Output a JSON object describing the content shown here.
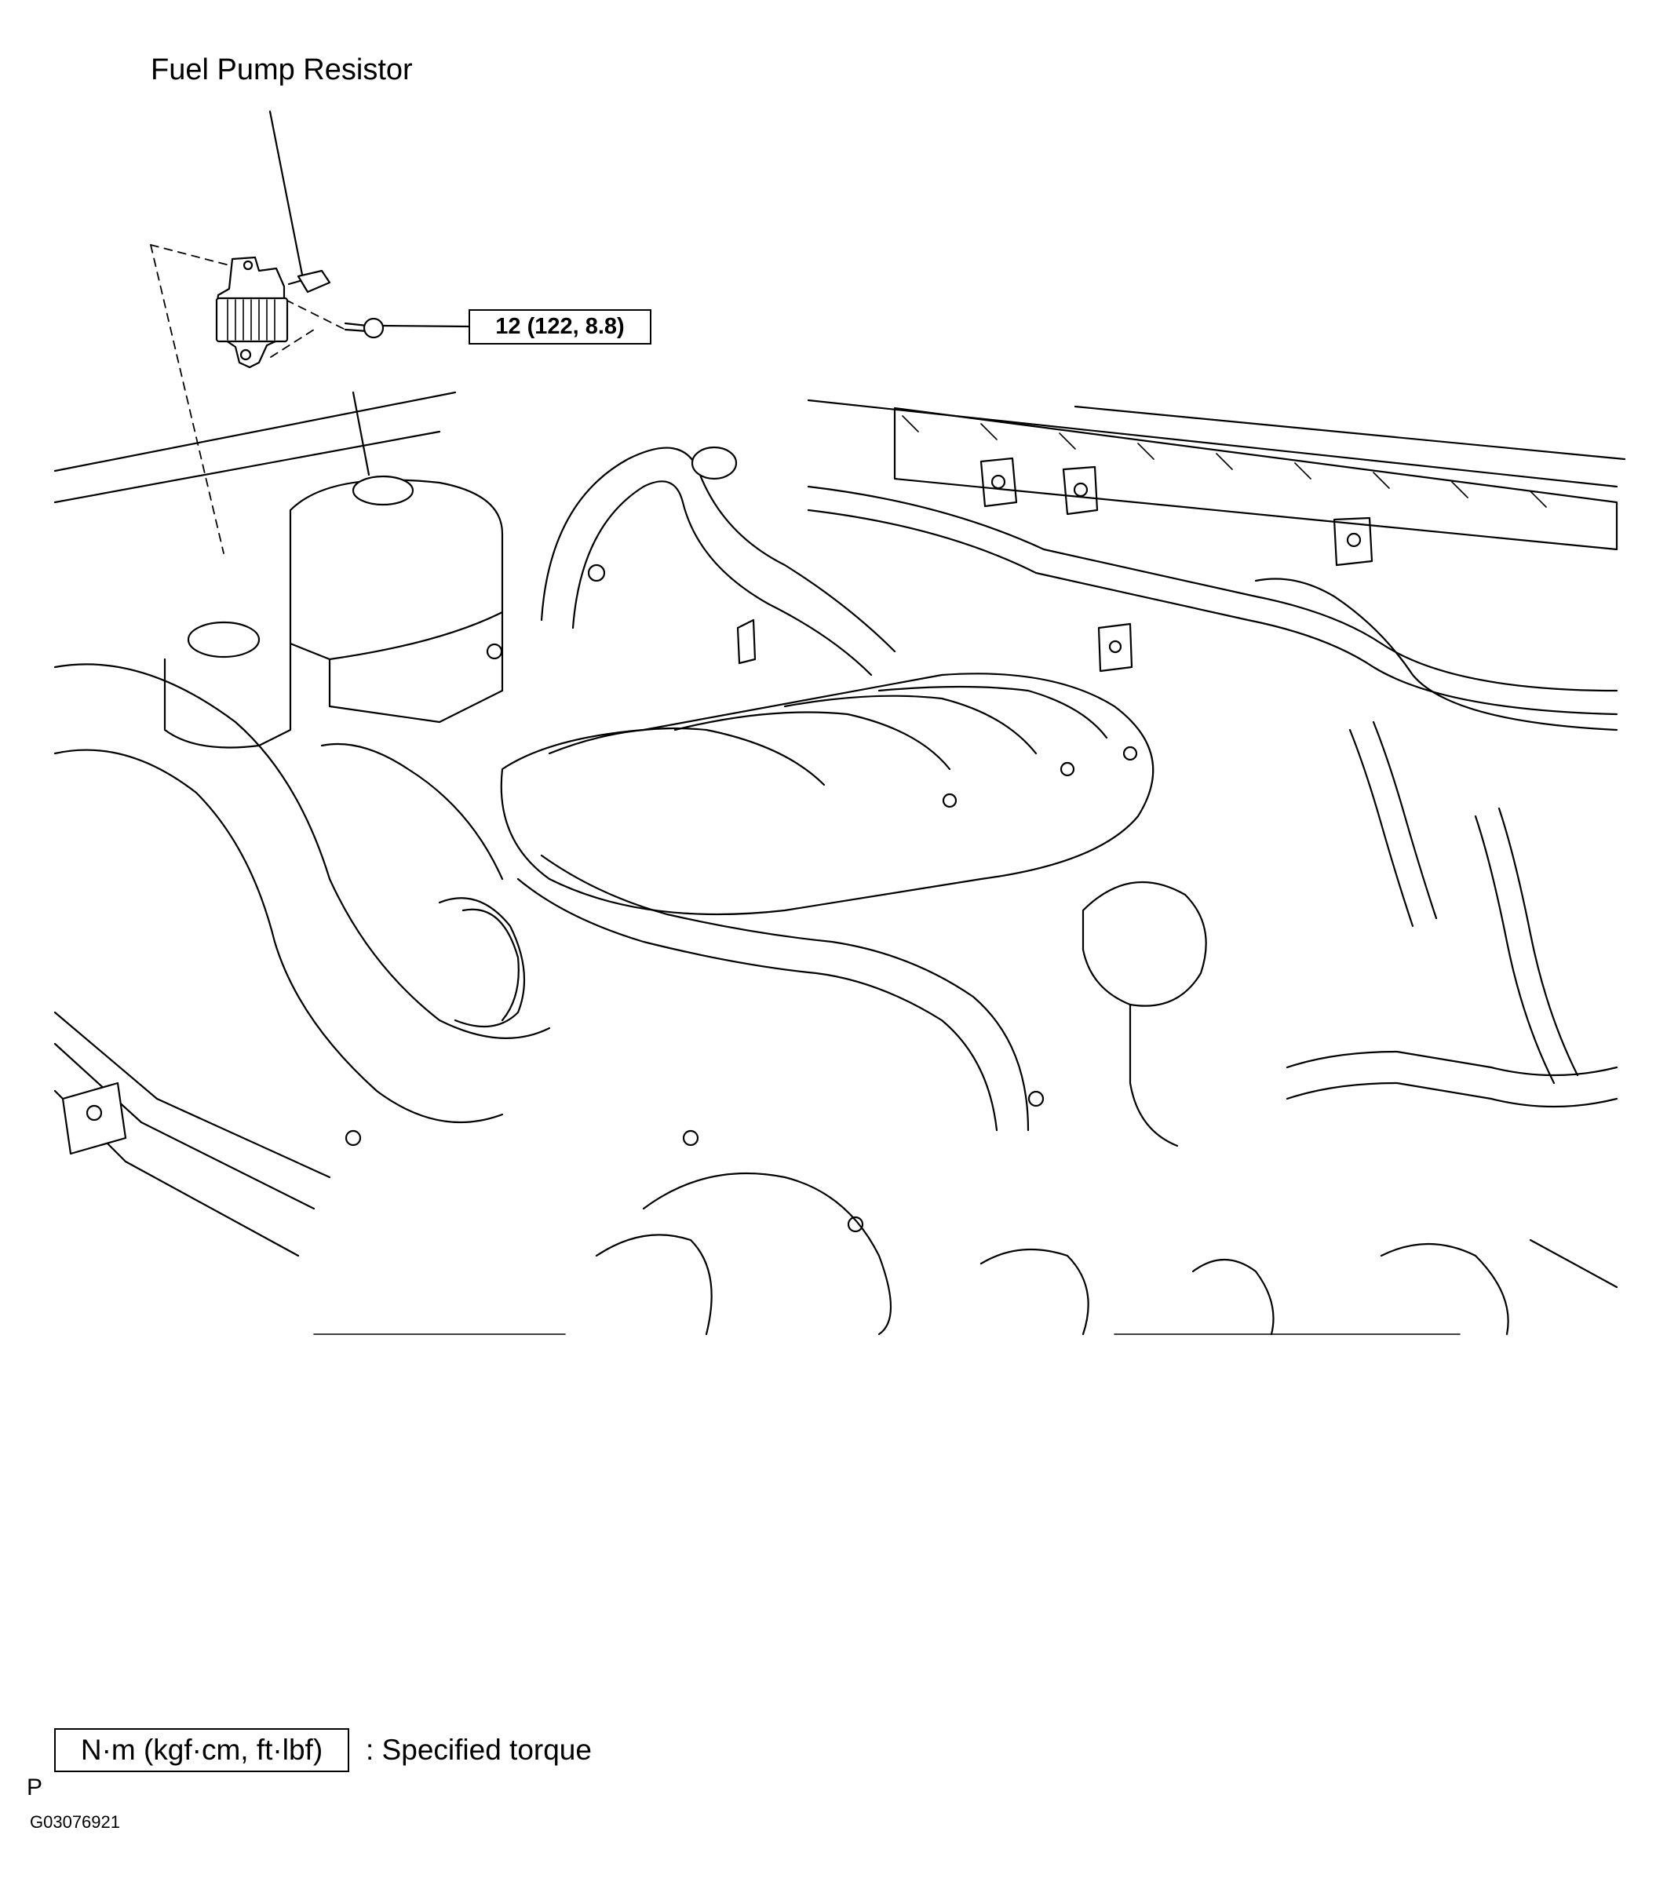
{
  "diagram": {
    "part_label": "Fuel Pump Resistor",
    "torque_value": "12 (122, 8.8)",
    "legend": {
      "unit_box": "N·m (kgf·cm, ft·lbf)",
      "description": ": Specified torque"
    },
    "corner_mark": "P",
    "figure_code": "G03076921"
  }
}
